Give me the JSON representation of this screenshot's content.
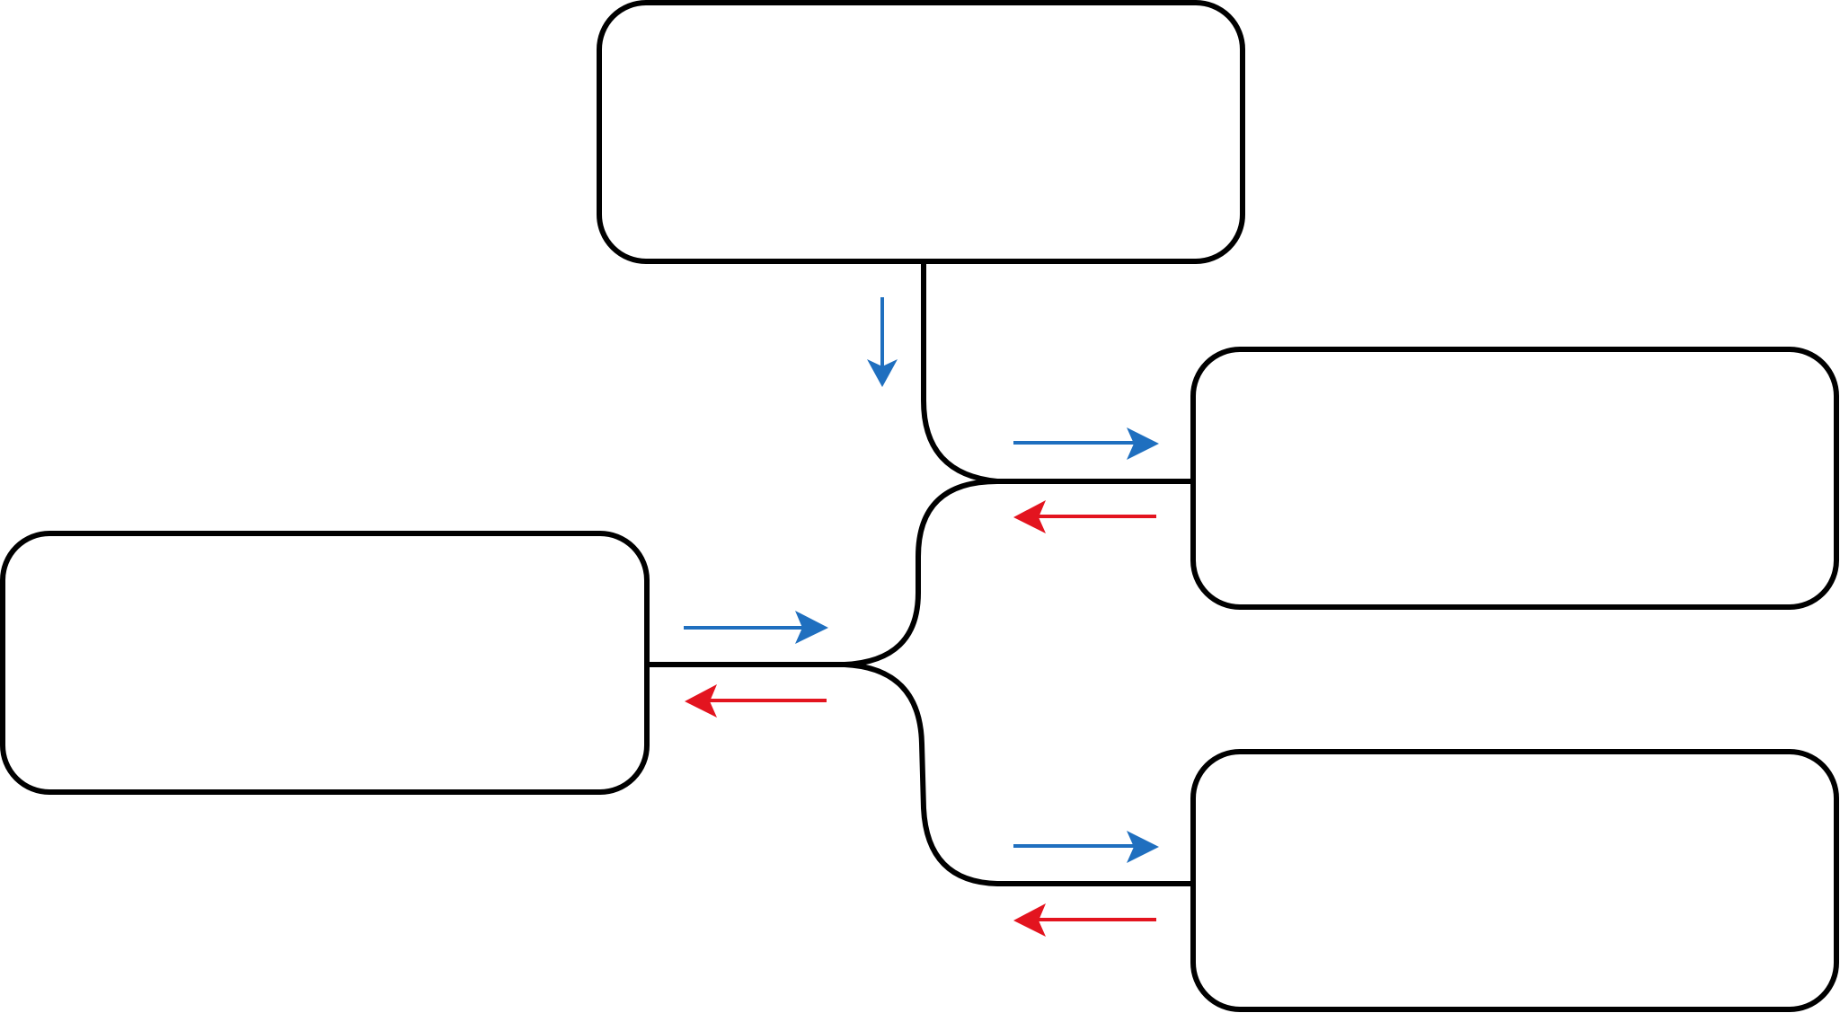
{
  "diagram": {
    "boxes": [
      {
        "id": "top-box",
        "label": ""
      },
      {
        "id": "left-box",
        "label": ""
      },
      {
        "id": "right-upper-box",
        "label": ""
      },
      {
        "id": "right-lower-box",
        "label": ""
      }
    ],
    "colors": {
      "outline": "#000000",
      "forward_arrow": "#1f6fbf",
      "backward_arrow": "#e3141f"
    }
  }
}
